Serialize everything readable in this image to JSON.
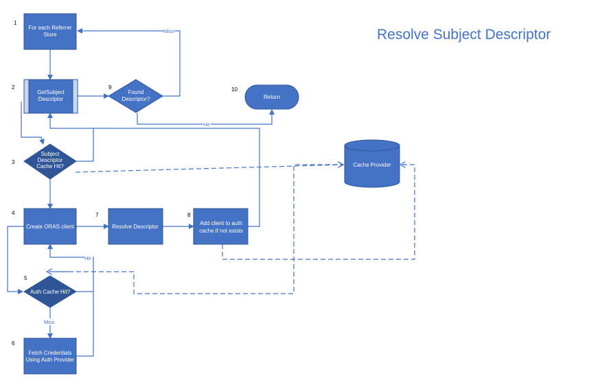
{
  "title": "Resolve Subject Descriptor",
  "colors": {
    "fill": "#4472c4",
    "dark_fill": "#2f5597",
    "text": "#ffffff",
    "line": "#4472c4",
    "process_light": "#ffffff"
  },
  "nodes": {
    "n1": {
      "number": "1",
      "lines": [
        "For each Referrer",
        "Store"
      ]
    },
    "n2": {
      "number": "2",
      "lines": [
        "GetSubject",
        "Descriptor"
      ]
    },
    "n3": {
      "number": "3",
      "lines": [
        "Subject",
        "Descriptor",
        "Cache Hit?"
      ]
    },
    "n4": {
      "number": "4",
      "lines": [
        "Create ORAS client"
      ]
    },
    "n5": {
      "number": "5",
      "lines": [
        "Auth Cache Hit?"
      ]
    },
    "n6": {
      "number": "6",
      "lines": [
        "Fetch Credentials",
        "Using Auth Provider"
      ]
    },
    "n7": {
      "number": "7",
      "lines": [
        "Resolve Descriptor"
      ]
    },
    "n8": {
      "number": "8",
      "lines": [
        "Add client to auth",
        "cache if not exists"
      ]
    },
    "n9": {
      "number": "9",
      "lines": [
        "Found",
        "Descriptor?"
      ]
    },
    "n10": {
      "number": "10",
      "lines": [
        "Return"
      ]
    },
    "cache": {
      "lines": [
        "Cache Provider"
      ]
    }
  },
  "edge_labels": {
    "miss_top": "Miss",
    "hit_return": "Hit",
    "hit_auth": "Hit",
    "miss_auth": "Miss"
  }
}
